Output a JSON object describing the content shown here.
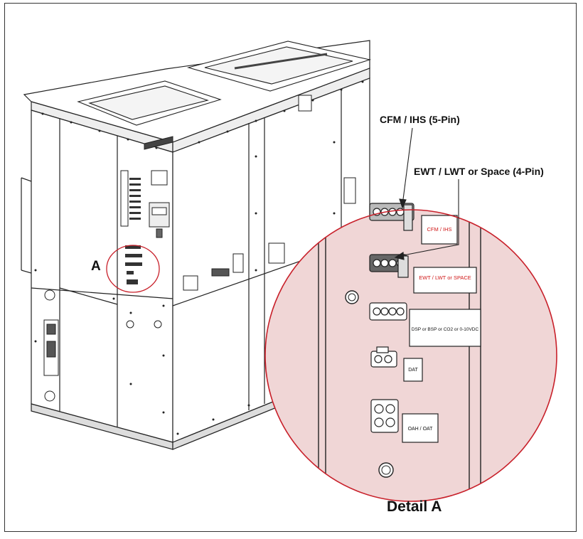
{
  "callouts": {
    "cfm_connector": "CFM / IHS (5-Pin)",
    "ewt_connector": "EWT / LWT or Space (4-Pin)",
    "detail_marker": "A",
    "detail_caption": "Detail A"
  },
  "connector_tags": {
    "cfm": "CFM / IHS",
    "ewt": "EWT / LWT or SPACE",
    "dsp": "DSP or BSP or CO2 or 0-10VDC",
    "dat": "DAT",
    "oah": "OAH / OAT"
  },
  "colors": {
    "detail_circle": "#c8202a",
    "detail_fill": "#f0d6d6",
    "tag_text_red": "#d01818",
    "line": "#222222"
  }
}
